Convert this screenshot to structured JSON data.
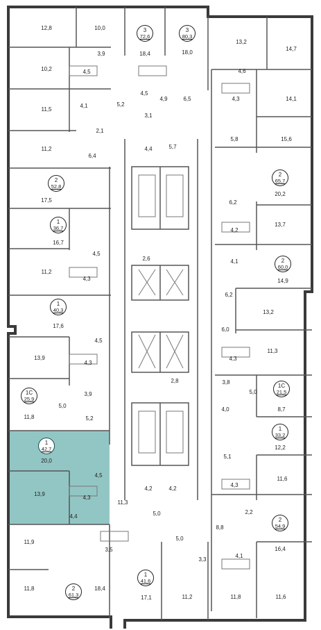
{
  "apartments": [
    {
      "id": "a1",
      "type": "3",
      "area": "72,6"
    },
    {
      "id": "a2",
      "type": "3",
      "area": "80,3"
    },
    {
      "id": "a3",
      "type": "2",
      "area": "52,8"
    },
    {
      "id": "a4",
      "type": "2",
      "area": "65,7"
    },
    {
      "id": "a5",
      "type": "1",
      "area": "36,7"
    },
    {
      "id": "a6",
      "type": "2",
      "area": "60,0"
    },
    {
      "id": "a7",
      "type": "1",
      "area": "40,3"
    },
    {
      "id": "a8",
      "type": "1С",
      "area": "25,9"
    },
    {
      "id": "a9",
      "type": "1С",
      "area": "21,5"
    },
    {
      "id": "a10",
      "type": "1",
      "area": "42,7",
      "selected": true
    },
    {
      "id": "a11",
      "type": "1",
      "area": "33,2"
    },
    {
      "id": "a12",
      "type": "2",
      "area": "54,9"
    },
    {
      "id": "a13",
      "type": "1",
      "area": "41,6"
    },
    {
      "id": "a14",
      "type": "2",
      "area": "61,3"
    }
  ],
  "room_areas": {
    "r1": "12,8",
    "r2": "10,0",
    "r3": "3,9",
    "r4": "18,4",
    "r5": "18,0",
    "r6": "13,2",
    "r7": "14,7",
    "r8": "10,2",
    "r9": "4,5",
    "r10": "4,6",
    "r11": "4,5",
    "r12": "4,9",
    "r13": "4,3",
    "r14": "11,5",
    "r15": "4,1",
    "r16": "5,2",
    "r17": "3,1",
    "r18": "6,5",
    "r19": "14,1",
    "r20": "2,1",
    "r21": "11,2",
    "r22": "6,4",
    "r23": "4,4",
    "r24": "5,7",
    "r25": "5,8",
    "r26": "15,6",
    "r27": "17,5",
    "r28": "20,2",
    "r29": "6,2",
    "r30": "16,7",
    "r31": "4,2",
    "r32": "13,7",
    "r33": "4,5",
    "r34": "2,6",
    "r35": "4,1",
    "r36": "11,2",
    "r37": "4,3",
    "r38": "14,9",
    "r39": "6,2",
    "r40": "13,2",
    "r41": "17,6",
    "r42": "6,0",
    "r43": "4,5",
    "r44": "13,9",
    "r45": "11,3",
    "r46": "4,3",
    "r47": "4,3",
    "r48": "2,8",
    "r49": "3,9",
    "r50": "3,8",
    "r51": "5,0",
    "r52": "5,0",
    "r53": "11,8",
    "r54": "4,0",
    "r55": "8,7",
    "r56": "5,2",
    "r57": "12,2",
    "r58": "20,0",
    "r59": "5,1",
    "r60": "4,5",
    "r61": "11,6",
    "r62": "13,9",
    "r63": "4,3",
    "r64": "4,3",
    "r65": "4,2",
    "r66": "4,2",
    "r67": "2,2",
    "r68": "11,3",
    "r69": "8,8",
    "r70": "4,4",
    "r71": "5,0",
    "r72": "11,9",
    "r73": "5,0",
    "r74": "3,5",
    "r75": "3,3",
    "r76": "4,1",
    "r77": "16,4",
    "r78": "11,8",
    "r79": "18,4",
    "r80": "17,1",
    "r81": "11,2",
    "r82": "11,8",
    "r83": "11,6"
  },
  "colors": {
    "wall": "#3a3a3a",
    "selected_fill": "#8cc3c1",
    "partition": "#555555"
  }
}
